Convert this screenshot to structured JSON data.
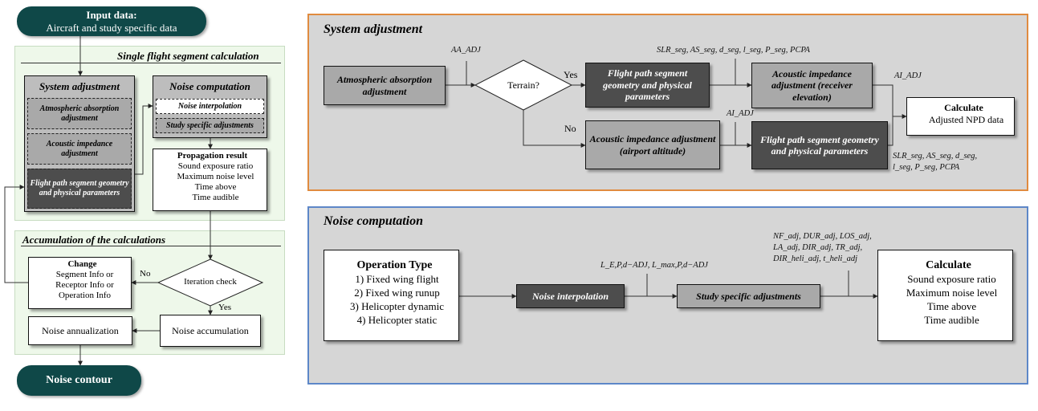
{
  "left": {
    "input": {
      "title": "Input data:",
      "subtitle": "Aircraft and study specific data"
    },
    "single_title": "Single flight segment calculation",
    "sys_title": "System adjustment",
    "sys_items": [
      "Atmospheric absorption adjustment",
      "Acoustic impedance adjustment",
      "Flight path segment geometry and physical parameters"
    ],
    "noise_title": "Noise computation",
    "noise_items": [
      "Noise interpolation",
      "Study specific adjustments"
    ],
    "prop_title": "Propagation result",
    "prop_items": [
      "Sound exposure ratio",
      "Maximum noise level",
      "Time above",
      "Time audible"
    ],
    "accum_title": "Accumulation of the calculations",
    "change_title": "Change",
    "change_items": [
      "Segment Info or",
      "Receptor Info or",
      "Operation Info"
    ],
    "no_label": "No",
    "yes_label": "Yes",
    "iteration": "Iteration check",
    "noise_accum": "Noise accumulation",
    "noise_annual": "Noise annualization",
    "contour": "Noise contour"
  },
  "sys": {
    "title": "System adjustment",
    "atm": "Atmospheric absorption adjustment",
    "terrain": "Terrain?",
    "yes": "Yes",
    "no": "No",
    "fp_top": "Flight path segment geometry and physical parameters",
    "ai_top": "Acoustic impedance adjustment (receiver elevation)",
    "ai_bottom": "Acoustic impedance adjustment (airport altitude)",
    "fp_bottom": "Flight path segment geometry and physical parameters",
    "calc_title": "Calculate",
    "calc_sub": "Adjusted NPD data",
    "aa_label": "AA_ADJ",
    "ai_label_top": "AI_ADJ",
    "ai_label_mid": "AI_ADJ",
    "slr_top": "SLR_seg, AS_seg, d_seg, l_seg, P_seg, PCPA",
    "slr_bottom_1": "SLR_seg, AS_seg, d_seg,",
    "slr_bottom_2": "l_seg, P_seg, PCPA"
  },
  "noise": {
    "title": "Noise computation",
    "op_title": "Operation Type",
    "op_items": [
      "1) Fixed wing flight",
      "2) Fixed wing runup",
      "3) Helicopter dynamic",
      "4) Helicopter static"
    ],
    "interp": "Noise interpolation",
    "ssa": "Study specific adjustments",
    "l_label": "L_E,P,d−ADJ, L_max,P,d−ADJ",
    "adj_1": "NF_adj, DUR_adj, LOS_adj,",
    "adj_2": "LA_adj, DIR_adj, TR_adj,",
    "adj_3": "DIR_heli_adj, t_heli_adj",
    "calc_title": "Calculate",
    "calc_items": [
      "Sound exposure ratio",
      "Maximum noise level",
      "Time above",
      "Time audible"
    ]
  }
}
